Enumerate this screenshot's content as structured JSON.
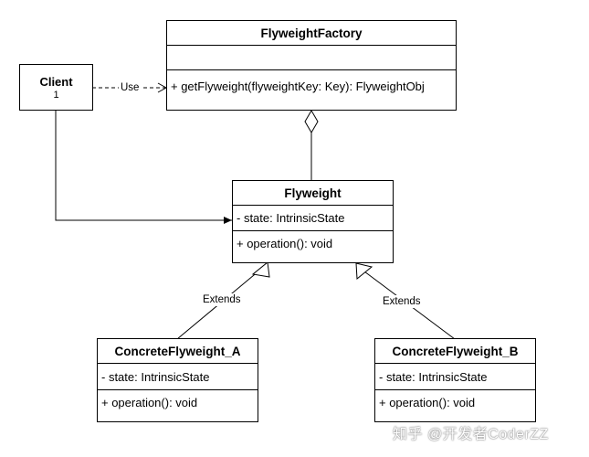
{
  "nodes": {
    "client": {
      "name": "Client",
      "multiplicity": "1"
    },
    "factory": {
      "name": "FlyweightFactory",
      "attributes": "",
      "operations": "+ getFlyweight(flyweightKey: Key): FlyweightObj"
    },
    "flyweight": {
      "name": "Flyweight",
      "attributes": "- state: IntrinsicState",
      "operations": "+ operation(): void"
    },
    "concrete_a": {
      "name": "ConcreteFlyweight_A",
      "attributes": "- state: IntrinsicState",
      "operations": "+ operation(): void"
    },
    "concrete_b": {
      "name": "ConcreteFlyweight_B",
      "attributes": "- state: IntrinsicState",
      "operations": "+ operation(): void"
    }
  },
  "edges": {
    "use_label": "Use",
    "extends_a_label": "Extends",
    "extends_b_label": "Extends"
  },
  "watermark": "知乎 @开发者CoderZZ",
  "colors": {
    "line": "#000000",
    "background": "#ffffff"
  }
}
